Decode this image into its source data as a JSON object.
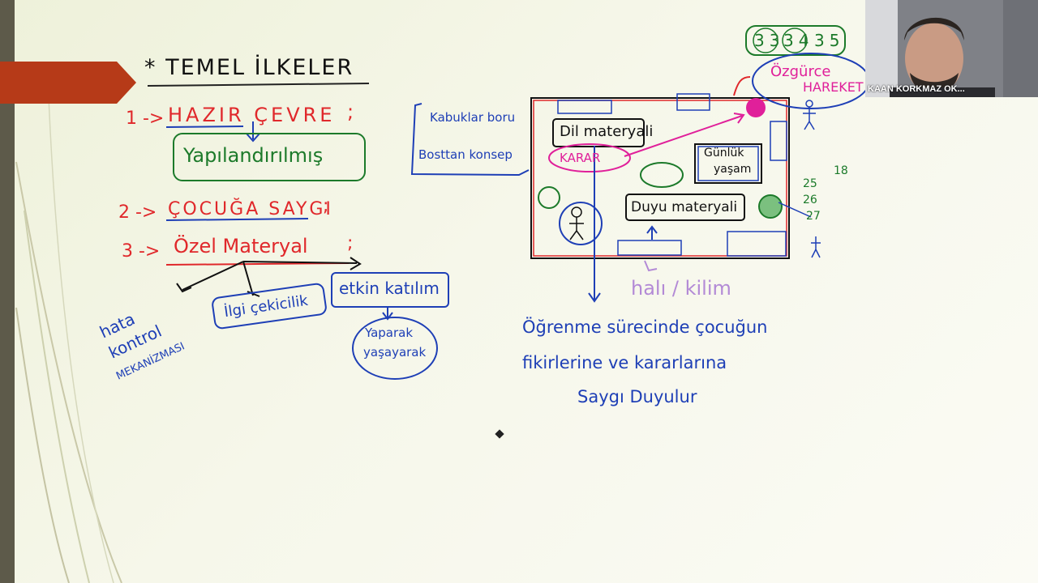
{
  "slide": {
    "title": "* TEMEL İLKELER",
    "items": [
      {
        "num": "1 ->",
        "label": "HAZIR ÇEVRE",
        "punct": ";"
      },
      {
        "num": "2 ->",
        "label": "ÇOCUĞA SAYGI",
        "punct": ";"
      },
      {
        "num": "3 ->",
        "label": "Özel Materyal",
        "punct": ";"
      }
    ],
    "box_yapilandirilmis": "Yapılandırılmış",
    "hata_kontrol": [
      "hata",
      "kontrol",
      "MEKANİZMASI"
    ],
    "ilgi_cekicilik": "İlgi çekicilik",
    "etkin_katilim": "etkin katılım",
    "yaparak_yasayarak": [
      "Yaparak",
      "yaşayarak"
    ],
    "left_box": [
      "Kabuklar boru",
      "Bosttan konsep"
    ],
    "diagram": {
      "numbers_top": [
        "33",
        "34",
        "35"
      ],
      "ozgurce": "Özgürce",
      "hareket": "HAREKET",
      "dil_materyal": "Dil materyali",
      "karar": "KARAR",
      "gunluk_yasam": [
        "Günlük",
        "yaşam"
      ],
      "duyu_materyal": "Duyu materyali",
      "numbers_side": [
        "25",
        "26",
        "27"
      ],
      "num_18": "18",
      "hali_kilim": "halı / kilim"
    },
    "note_lines": [
      "Öğrenme sürecinde çocuğun",
      "fikirlerine ve kararlarına",
      "Saygı Duyulur"
    ]
  },
  "webcam": {
    "name": "KAAN KORKMAZ OK..."
  },
  "colors": {
    "red": "#e0282b",
    "blue": "#1e3fb6",
    "green": "#1c7a2a",
    "pink": "#e0209a",
    "violet": "#b38ad6",
    "banner": "#b63a18"
  }
}
